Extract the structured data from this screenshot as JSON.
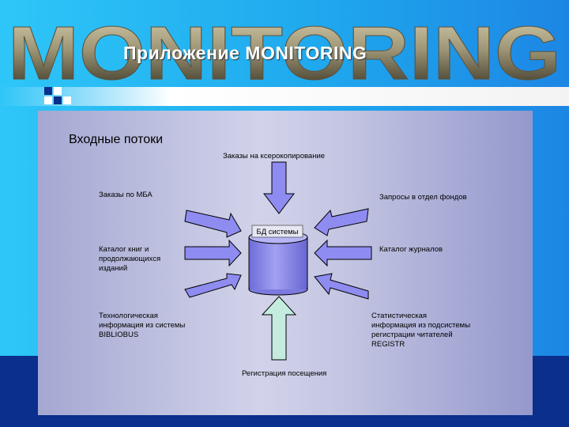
{
  "header": {
    "big_word": "MONITORING",
    "title": "Приложение MONITORING"
  },
  "diagram": {
    "title": "Входные потоки",
    "center_label": "БД системы",
    "inputs": {
      "top": "Заказы на ксерокопирование",
      "left_1": "Заказы по МБА",
      "left_2_lines": [
        "Каталог книг и",
        "продолжающихся",
        "изданий"
      ],
      "left_3_lines": [
        "Технологическая",
        "информация из системы",
        "BIBLIOBUS"
      ],
      "right_1": "Запросы в отдел фондов",
      "right_2": "Каталог журналов",
      "right_3_lines": [
        "Статистическая",
        "информация из подсистемы",
        "регистрации читателей",
        "REGISTR"
      ],
      "bottom": "Регистрация посещения"
    }
  },
  "colors": {
    "arrow_fill": "#8e8cf0",
    "bottom_arrow_fill": "#c3ecdf",
    "cylinder_fill": "#8c8aea",
    "background": "#1ab0ee",
    "footer": "#0a2f8c"
  }
}
